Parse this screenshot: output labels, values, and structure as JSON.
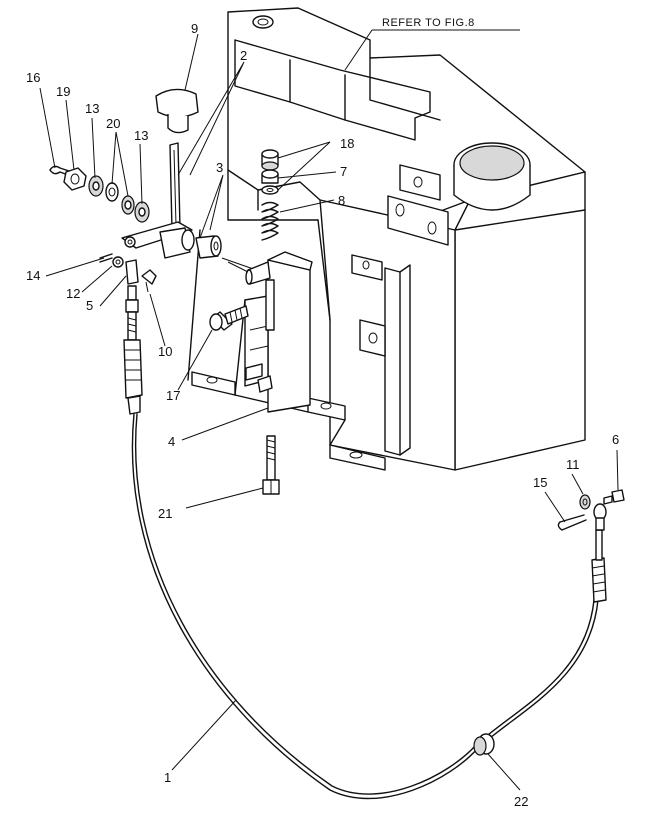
{
  "reference_note": "REFER TO FIG.8",
  "callouts": [
    {
      "id": "c1",
      "label": "1"
    },
    {
      "id": "c2",
      "label": "2"
    },
    {
      "id": "c3",
      "label": "3"
    },
    {
      "id": "c4",
      "label": "4"
    },
    {
      "id": "c5",
      "label": "5"
    },
    {
      "id": "c6",
      "label": "6"
    },
    {
      "id": "c7",
      "label": "7"
    },
    {
      "id": "c8",
      "label": "8"
    },
    {
      "id": "c9",
      "label": "9"
    },
    {
      "id": "c10",
      "label": "10"
    },
    {
      "id": "c11",
      "label": "11"
    },
    {
      "id": "c12",
      "label": "12"
    },
    {
      "id": "c13a",
      "label": "13"
    },
    {
      "id": "c13b",
      "label": "13"
    },
    {
      "id": "c14",
      "label": "14"
    },
    {
      "id": "c15",
      "label": "15"
    },
    {
      "id": "c16",
      "label": "16"
    },
    {
      "id": "c17",
      "label": "17"
    },
    {
      "id": "c18",
      "label": "18"
    },
    {
      "id": "c19",
      "label": "19"
    },
    {
      "id": "c20",
      "label": "20"
    },
    {
      "id": "c21",
      "label": "21"
    },
    {
      "id": "c22",
      "label": "22"
    }
  ]
}
